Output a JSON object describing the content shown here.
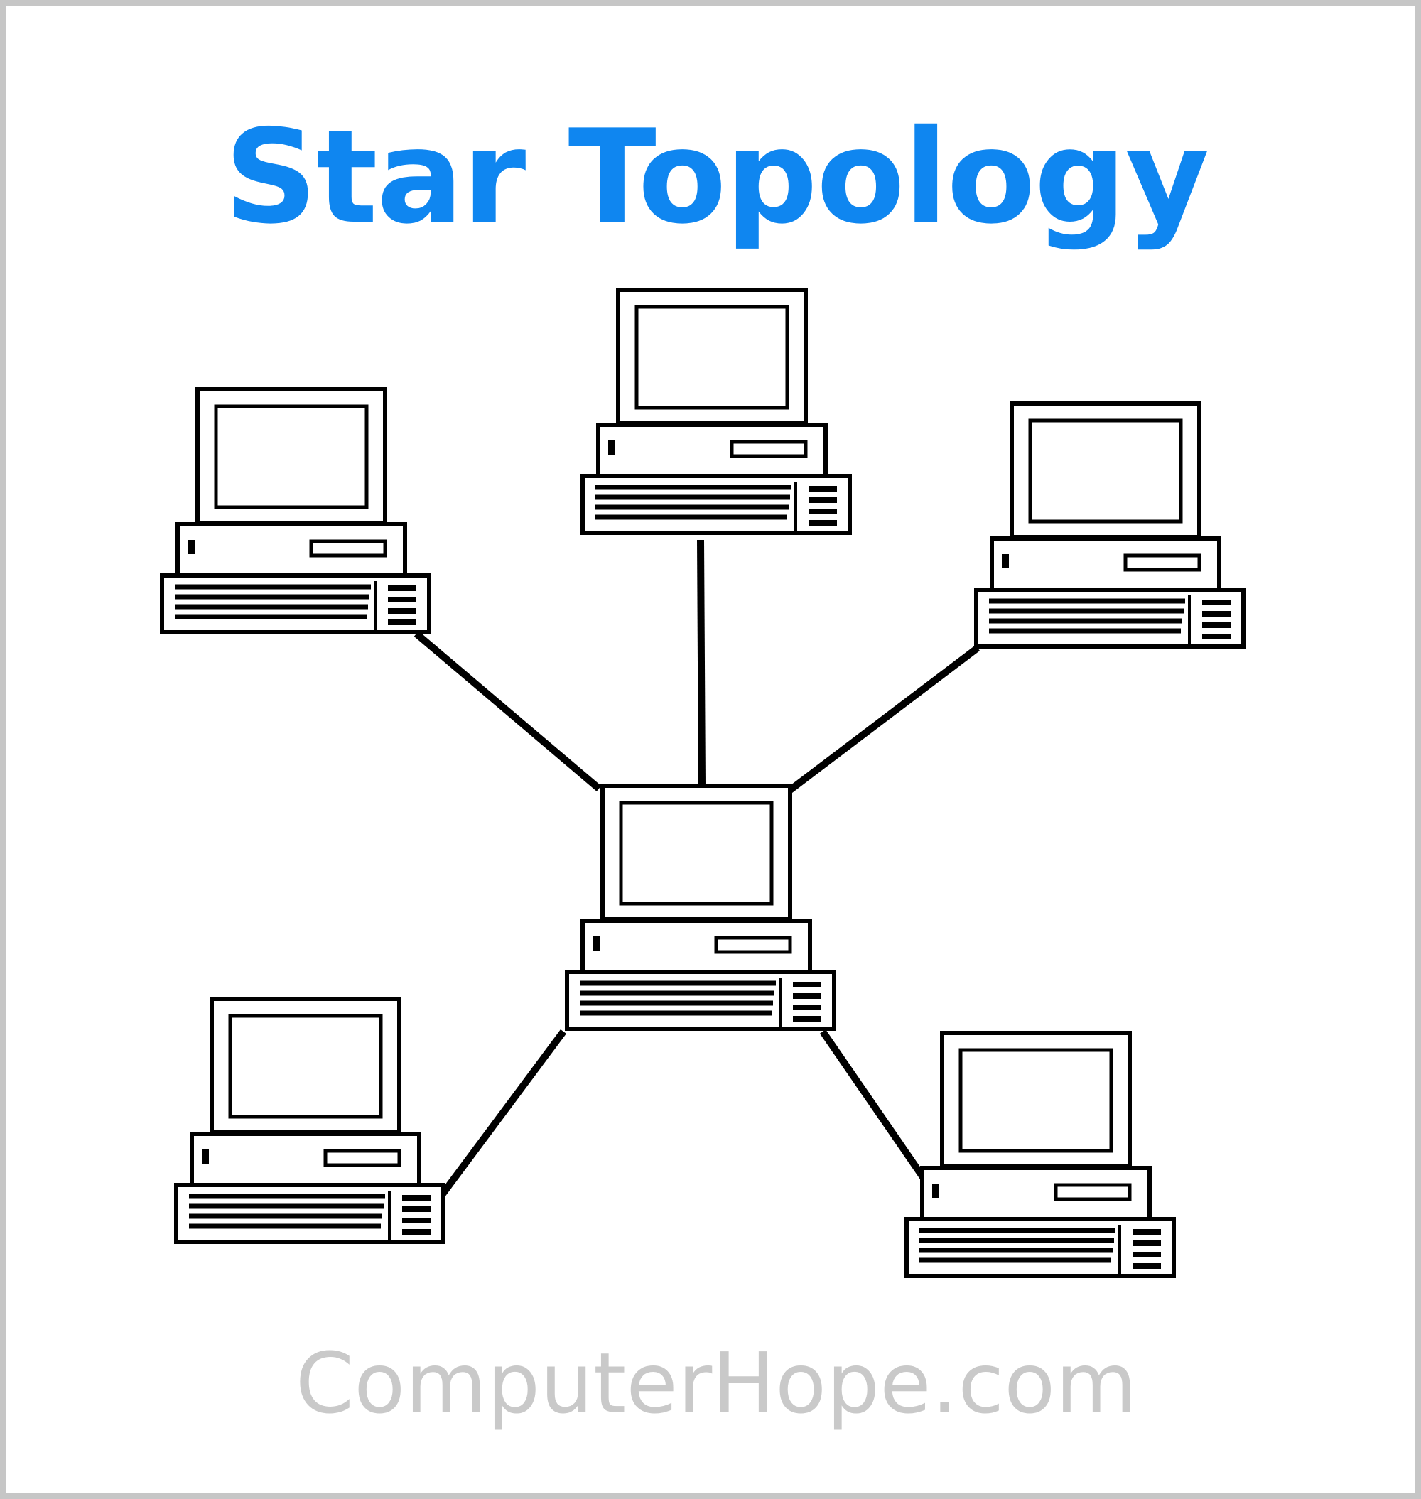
{
  "title": "Star Topology",
  "watermark": "ComputerHope.com",
  "colors": {
    "title": "#0f86f0",
    "watermark": "#c9c9c9",
    "border": "#c6c6c6",
    "line": "#000000"
  },
  "hub": {
    "name": "hub-computer"
  },
  "nodes": [
    {
      "name": "node-computer-top-left"
    },
    {
      "name": "node-computer-top"
    },
    {
      "name": "node-computer-top-right"
    },
    {
      "name": "node-computer-bottom-left"
    },
    {
      "name": "node-computer-bottom-right"
    }
  ]
}
